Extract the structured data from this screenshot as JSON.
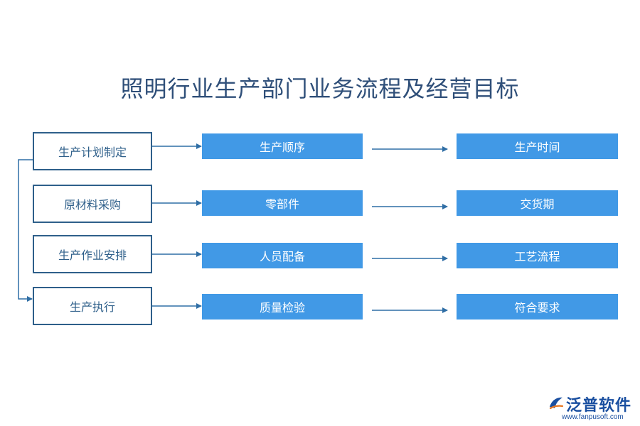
{
  "title": "照明行业生产部门业务流程及经营目标",
  "rows": [
    {
      "left": "生产计划制定",
      "mid": "生产顺序",
      "right": "生产时间"
    },
    {
      "left": "原材料采购",
      "mid": "零部件",
      "right": "交货期"
    },
    {
      "left": "生产作业安排",
      "mid": "人员配备",
      "right": "工艺流程"
    },
    {
      "left": "生产执行",
      "mid": "质量检验",
      "right": "符合要求"
    }
  ],
  "colors": {
    "box_fill": "#4199e6",
    "outline": "#2e5f8a",
    "arrow": "#2f6ea5",
    "title": "#2f4f79"
  },
  "logo": {
    "name": "泛普软件",
    "url": "www.fanpusoft.com"
  }
}
